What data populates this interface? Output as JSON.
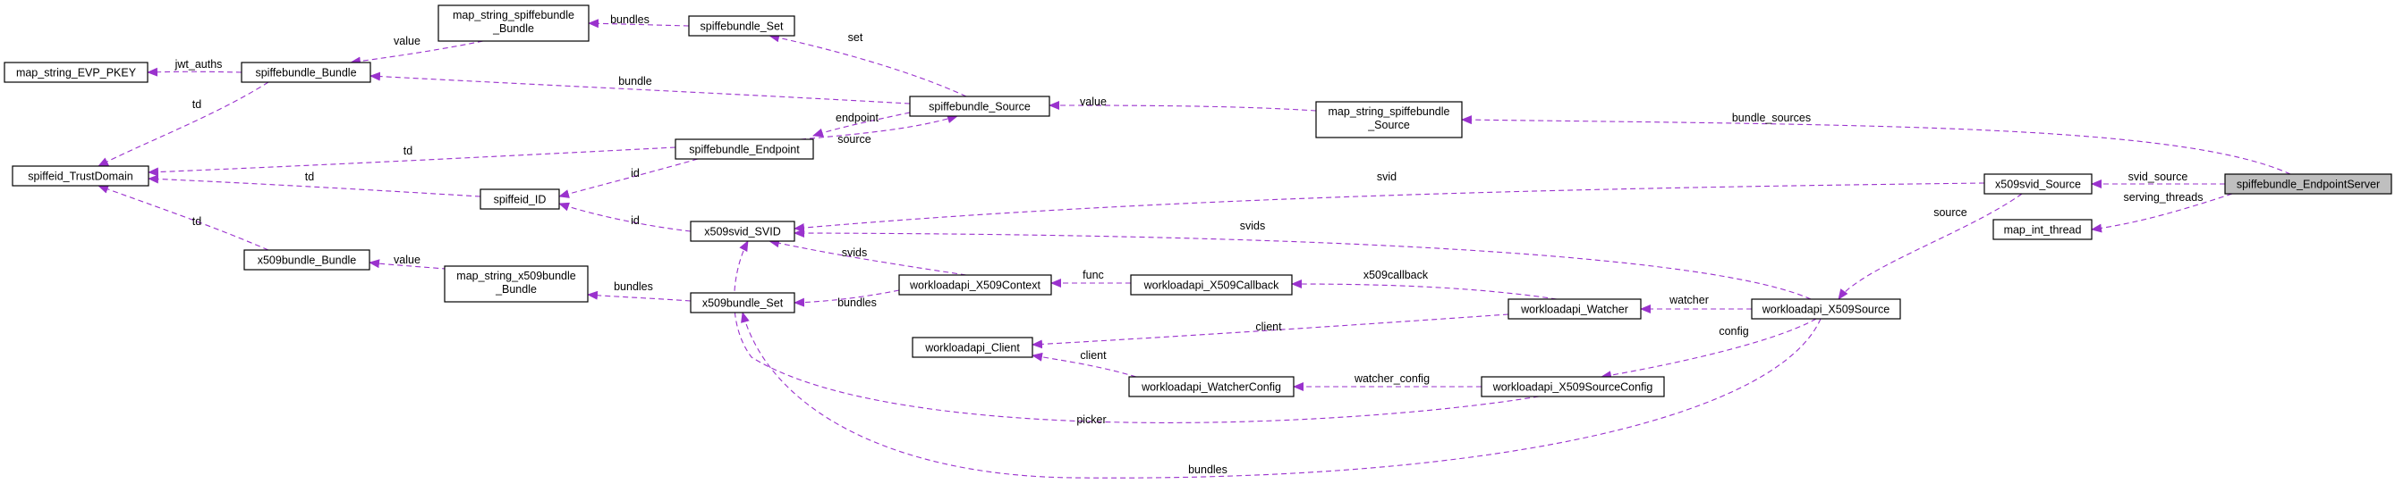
{
  "diagram": {
    "kind": "collaboration-graph",
    "root": "spiffebundle_EndpointServer",
    "colors": {
      "edge": "#9a32cd",
      "node_border": "#000000",
      "root_fill": "#bfbfbf",
      "node_fill": "#ffffff"
    },
    "nodes": [
      {
        "id": "spiffebundle_EndpointServer",
        "lines": [
          "spiffebundle_EndpointServer"
        ]
      },
      {
        "id": "map_string_spiffebundle_Source",
        "lines": [
          "map_string_spiffebundle",
          "_Source"
        ]
      },
      {
        "id": "x509svid_Source",
        "lines": [
          "x509svid_Source"
        ]
      },
      {
        "id": "map_int_thread",
        "lines": [
          "map_int_thread"
        ]
      },
      {
        "id": "workloadapi_X509Source",
        "lines": [
          "workloadapi_X509Source"
        ]
      },
      {
        "id": "spiffebundle_Source",
        "lines": [
          "spiffebundle_Source"
        ]
      },
      {
        "id": "spiffebundle_Set",
        "lines": [
          "spiffebundle_Set"
        ]
      },
      {
        "id": "map_string_spiffebundle_Bundle",
        "lines": [
          "map_string_spiffebundle",
          "_Bundle"
        ]
      },
      {
        "id": "spiffebundle_Bundle",
        "lines": [
          "spiffebundle_Bundle"
        ]
      },
      {
        "id": "map_string_EVP_PKEY",
        "lines": [
          "map_string_EVP_PKEY"
        ]
      },
      {
        "id": "spiffeid_TrustDomain",
        "lines": [
          "spiffeid_TrustDomain"
        ]
      },
      {
        "id": "spiffebundle_Endpoint",
        "lines": [
          "spiffebundle_Endpoint"
        ]
      },
      {
        "id": "spiffeid_ID",
        "lines": [
          "spiffeid_ID"
        ]
      },
      {
        "id": "x509svid_SVID",
        "lines": [
          "x509svid_SVID"
        ]
      },
      {
        "id": "x509bundle_Bundle",
        "lines": [
          "x509bundle_Bundle"
        ]
      },
      {
        "id": "map_string_x509bundle_Bundle",
        "lines": [
          "map_string_x509bundle",
          "_Bundle"
        ]
      },
      {
        "id": "x509bundle_Set",
        "lines": [
          "x509bundle_Set"
        ]
      },
      {
        "id": "workloadapi_X509Context",
        "lines": [
          "workloadapi_X509Context"
        ]
      },
      {
        "id": "workloadapi_X509Callback",
        "lines": [
          "workloadapi_X509Callback"
        ]
      },
      {
        "id": "workloadapi_Watcher",
        "lines": [
          "workloadapi_Watcher"
        ]
      },
      {
        "id": "workloadapi_Client",
        "lines": [
          "workloadapi_Client"
        ]
      },
      {
        "id": "workloadapi_WatcherConfig",
        "lines": [
          "workloadapi_WatcherConfig"
        ]
      },
      {
        "id": "workloadapi_X509SourceConfig",
        "lines": [
          "workloadapi_X509SourceConfig"
        ]
      }
    ],
    "edges": [
      {
        "id": "bundle_sources",
        "from": "spiffebundle_EndpointServer",
        "to": "map_string_spiffebundle_Source",
        "label": "bundle_sources"
      },
      {
        "id": "svid_source",
        "from": "spiffebundle_EndpointServer",
        "to": "x509svid_Source",
        "label": "svid_source"
      },
      {
        "id": "serving_threads",
        "from": "spiffebundle_EndpointServer",
        "to": "map_int_thread",
        "label": "serving_threads"
      },
      {
        "id": "source_x509",
        "from": "x509svid_Source",
        "to": "workloadapi_X509Source",
        "label": "source"
      },
      {
        "id": "value_source",
        "from": "map_string_spiffebundle_Source",
        "to": "spiffebundle_Source",
        "label": "value"
      },
      {
        "id": "set",
        "from": "spiffebundle_Source",
        "to": "spiffebundle_Set",
        "label": "set"
      },
      {
        "id": "bundles_sb",
        "from": "spiffebundle_Set",
        "to": "map_string_spiffebundle_Bundle",
        "label": "bundles"
      },
      {
        "id": "value_bundle",
        "from": "map_string_spiffebundle_Bundle",
        "to": "spiffebundle_Bundle",
        "label": "value"
      },
      {
        "id": "bundle",
        "from": "spiffebundle_Source",
        "to": "spiffebundle_Bundle",
        "label": "bundle"
      },
      {
        "id": "jwt_auths",
        "from": "spiffebundle_Bundle",
        "to": "map_string_EVP_PKEY",
        "label": "jwt_auths"
      },
      {
        "id": "td_bundle",
        "from": "spiffebundle_Bundle",
        "to": "spiffeid_TrustDomain",
        "label": "td"
      },
      {
        "id": "endpoint",
        "from": "spiffebundle_Source",
        "to": "spiffebundle_Endpoint",
        "label": "endpoint"
      },
      {
        "id": "source_ep",
        "from": "spiffebundle_Endpoint",
        "to": "spiffebundle_Source",
        "label": "source"
      },
      {
        "id": "td_endpoint",
        "from": "spiffebundle_Endpoint",
        "to": "spiffeid_TrustDomain",
        "label": "td"
      },
      {
        "id": "id_endpoint",
        "from": "spiffebundle_Endpoint",
        "to": "spiffeid_ID",
        "label": "id"
      },
      {
        "id": "td_id",
        "from": "spiffeid_ID",
        "to": "spiffeid_TrustDomain",
        "label": "td"
      },
      {
        "id": "td_x509bundle",
        "from": "x509bundle_Bundle",
        "to": "spiffeid_TrustDomain",
        "label": "td"
      },
      {
        "id": "svid",
        "from": "x509svid_Source",
        "to": "x509svid_SVID",
        "label": "svid"
      },
      {
        "id": "id_svid",
        "from": "x509svid_SVID",
        "to": "spiffeid_ID",
        "label": "id"
      },
      {
        "id": "svids_source",
        "from": "workloadapi_X509Source",
        "to": "x509svid_SVID",
        "label": "svids"
      },
      {
        "id": "svids_context",
        "from": "workloadapi_X509Context",
        "to": "x509svid_SVID",
        "label": "svids"
      },
      {
        "id": "value_x509",
        "from": "map_string_x509bundle_Bundle",
        "to": "x509bundle_Bundle",
        "label": "value"
      },
      {
        "id": "bundles_x509set",
        "from": "x509bundle_Set",
        "to": "map_string_x509bundle_Bundle",
        "label": "bundles"
      },
      {
        "id": "bundles_context",
        "from": "workloadapi_X509Context",
        "to": "x509bundle_Set",
        "label": "bundles"
      },
      {
        "id": "func",
        "from": "workloadapi_X509Callback",
        "to": "workloadapi_X509Context",
        "label": "func"
      },
      {
        "id": "x509callback",
        "from": "workloadapi_Watcher",
        "to": "workloadapi_X509Callback",
        "label": "x509callback"
      },
      {
        "id": "watcher",
        "from": "workloadapi_X509Source",
        "to": "workloadapi_Watcher",
        "label": "watcher"
      },
      {
        "id": "client_watcher",
        "from": "workloadapi_Watcher",
        "to": "workloadapi_Client",
        "label": "client"
      },
      {
        "id": "client_config",
        "from": "workloadapi_WatcherConfig",
        "to": "workloadapi_Client",
        "label": "client"
      },
      {
        "id": "watcher_config",
        "from": "workloadapi_X509SourceConfig",
        "to": "workloadapi_WatcherConfig",
        "label": "watcher_config"
      },
      {
        "id": "config",
        "from": "workloadapi_X509Source",
        "to": "workloadapi_X509SourceConfig",
        "label": "config"
      },
      {
        "id": "picker",
        "from": "workloadapi_X509SourceConfig",
        "to": "x509svid_SVID",
        "label": "picker"
      },
      {
        "id": "bundles_source",
        "from": "workloadapi_X509Source",
        "to": "x509bundle_Set",
        "label": "bundles"
      }
    ]
  }
}
